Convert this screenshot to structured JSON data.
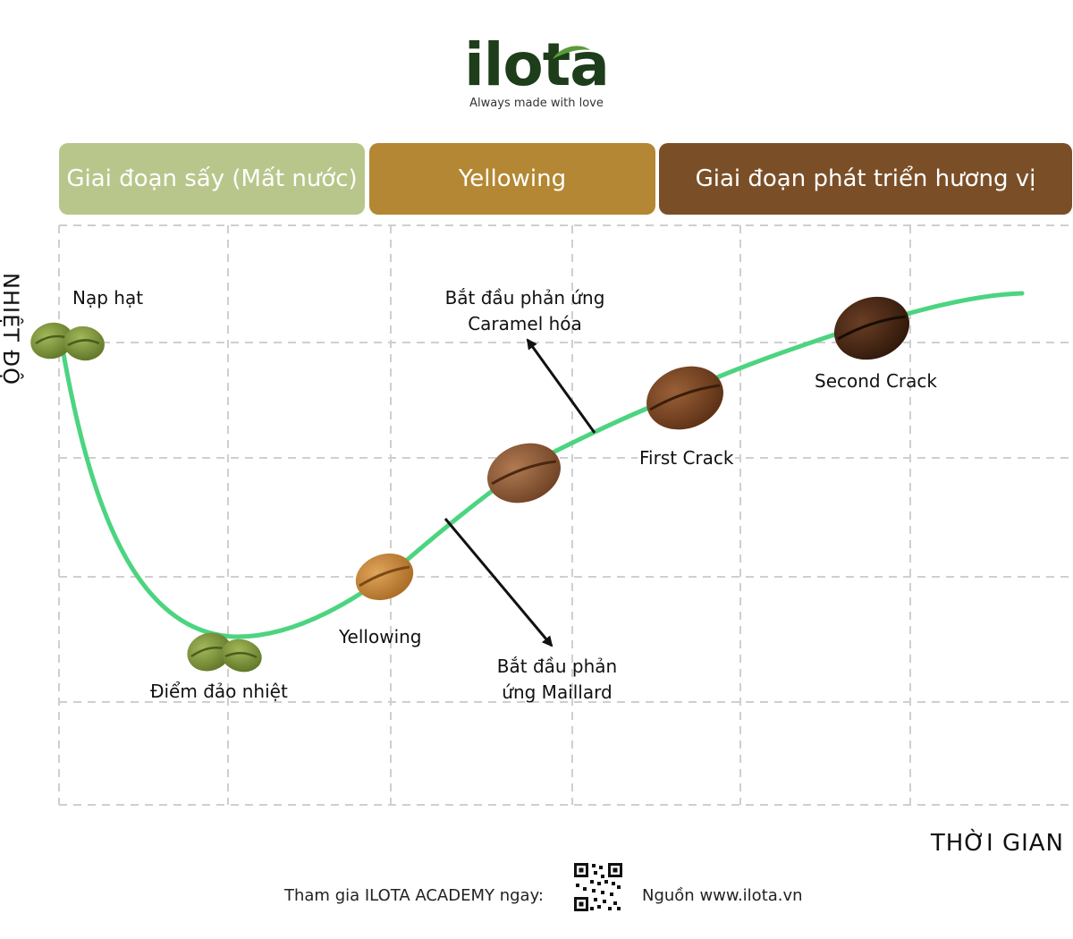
{
  "brand": {
    "name": "ilota",
    "tagline": "Always made with love",
    "color": "#1e3d1b",
    "accent": "#5a9a3a"
  },
  "phases": [
    {
      "label": "Giai đoạn sấy (Mất nước)",
      "color": "#b8c68b"
    },
    {
      "label": "Yellowing",
      "color": "#b38733"
    },
    {
      "label": "Giai đoạn phát triển hương vị",
      "color": "#7a4f28"
    }
  ],
  "axes": {
    "y_label": "NHIỆT ĐỘ",
    "x_label": "THỜI GIAN"
  },
  "curve_color": "#4cd480",
  "stages": {
    "charge": "Nạp hạt",
    "turning_point": "Điểm đảo nhiệt",
    "yellowing": "Yellowing",
    "maillard_line1": "Bắt đầu phản",
    "maillard_line2": "ứng Maillard",
    "caramel_line1": "Bắt đầu phản ứng",
    "caramel_line2": "Caramel hóa",
    "first_crack": "First Crack",
    "second_crack": "Second Crack"
  },
  "footer": {
    "join": "Tham gia ILOTA ACADEMY ngay:",
    "source": "Nguồn www.ilota.vn"
  }
}
